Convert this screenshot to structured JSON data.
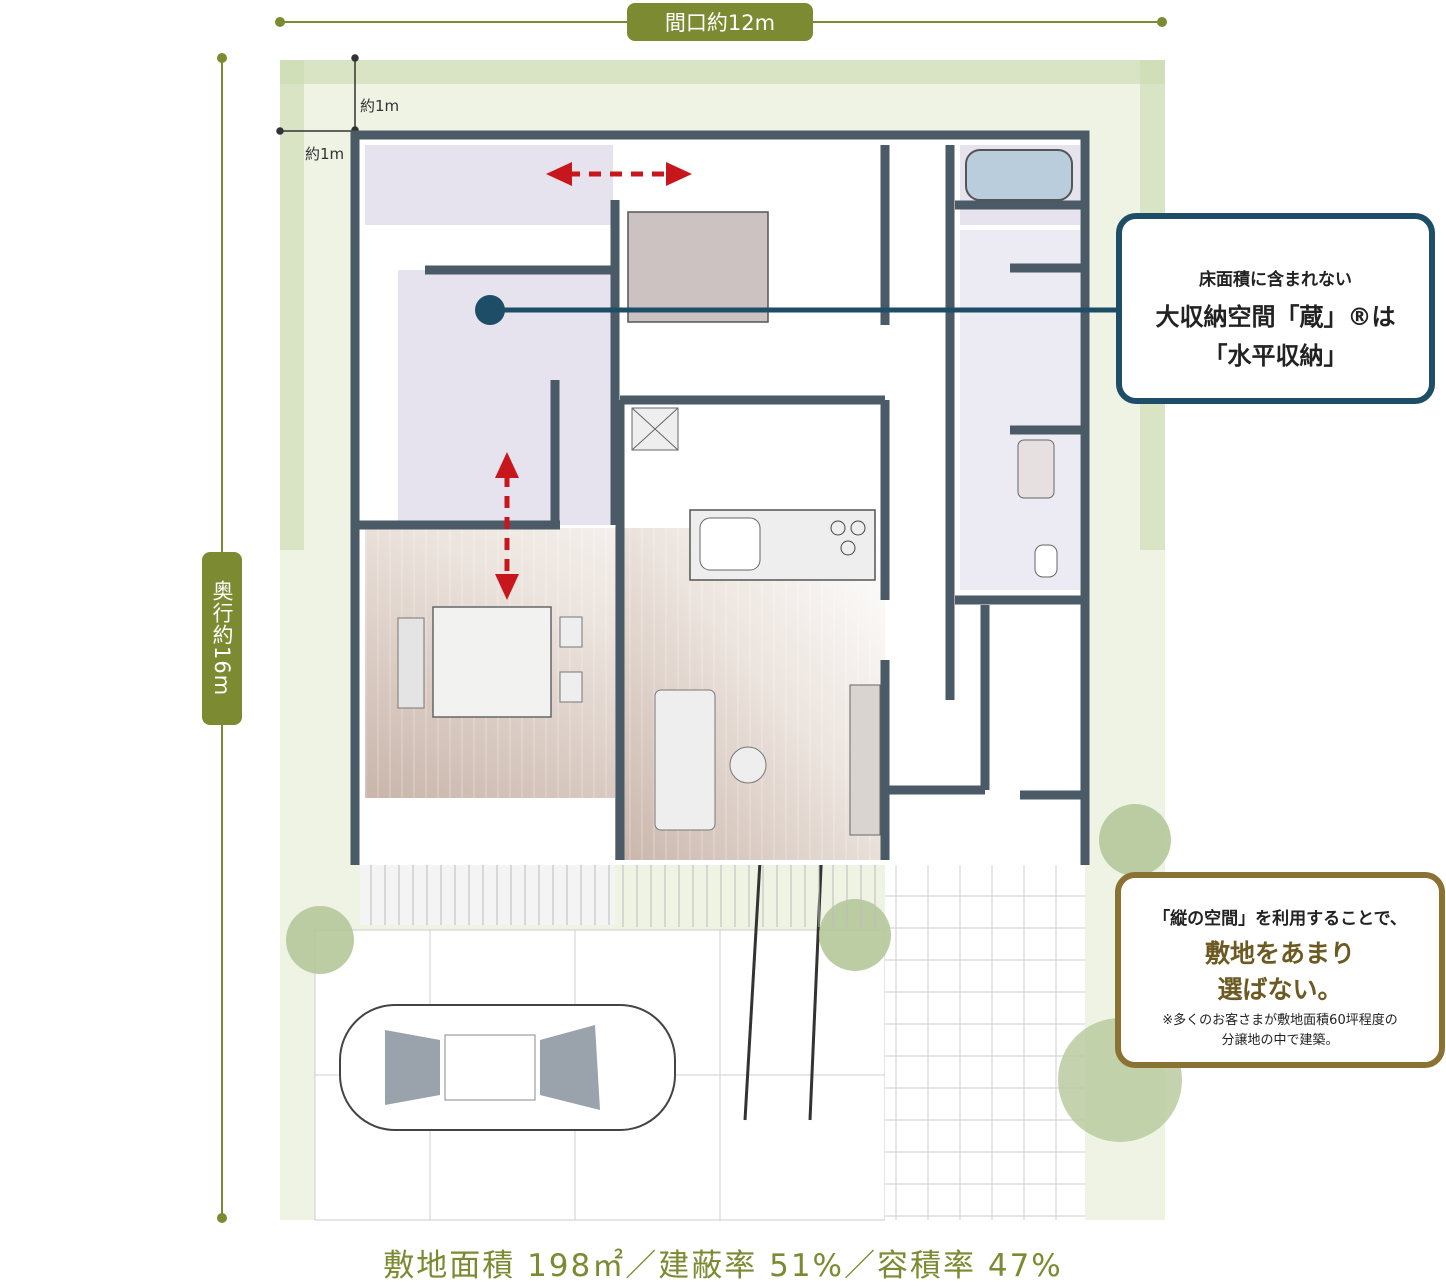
{
  "dimensions": {
    "frontage": "間口約12m",
    "depth": "奥行約16m",
    "setback_top": "約1m",
    "setback_side": "約1m"
  },
  "callout_storage": {
    "line1": "床面積に含まれない",
    "line2": "大収納空間「蔵」®は",
    "line3": "「水平収納」"
  },
  "callout_site": {
    "line1": "「縦の空間」を利用することで、",
    "line2": "敷地をあまり",
    "line3": "選ばない。",
    "note1": "※多くのお客さまが敷地面積60坪程度の",
    "note2": "分譲地の中で建築。"
  },
  "footer": "敷地面積 198㎡／建蔽率 51%／容積率 47%",
  "colors": {
    "accent_green": "#7c8a31",
    "callout_blue": "#1e4e67",
    "callout_brown": "#8a7232",
    "wall": "#4a5a66",
    "arrow_red": "#c8161d"
  }
}
